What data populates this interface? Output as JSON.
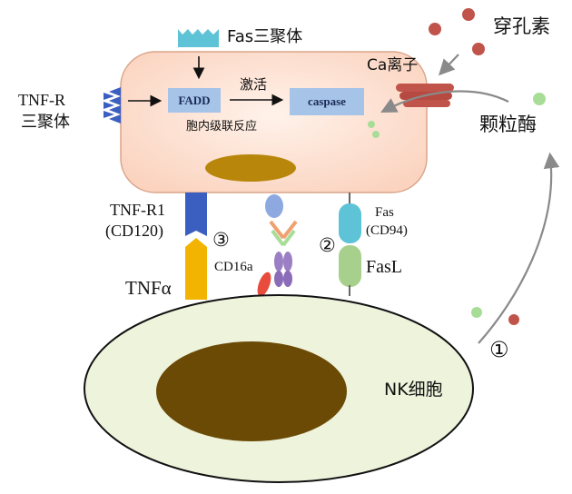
{
  "labels": {
    "fas_trimer": "Fas三聚体",
    "perforin": "穿孔素",
    "ca_ion": "Ca离子",
    "granzyme": "颗粒酶",
    "tnfr_line1": "TNF-R",
    "tnfr_line2": "三聚体",
    "fadd": "FADD",
    "activate": "激活",
    "caspase": "caspase",
    "cascade": "胞内级联反应",
    "tnfr1_line1": "TNF-R1",
    "tnfr1_line2": "(CD120)",
    "num3": "③",
    "num2": "②",
    "num1": "①",
    "fas_line1": "Fas",
    "fas_line2": "(CD94)",
    "cd16a": "CD16a",
    "fasl": "FasL",
    "tnfa": "TNFα",
    "nk_cell": "NK细胞"
  },
  "colors": {
    "target_cell_fill": "#fbd3bf",
    "target_cell_stroke": "#d9a58a",
    "target_nucleus": "#b8860b",
    "nk_cell_fill": "#eef3dc",
    "nk_cell_stroke": "#111111",
    "nk_nucleus": "#6b4a06",
    "box_fill": "#a6c3e8",
    "tnfr_blue": "#3b5fc0",
    "tnf_alpha_yellow": "#f2b400",
    "fas_teal": "#5ec3d6",
    "fasl_green": "#a8d08d",
    "perforin_red": "#c0544a",
    "granzyme_green": "#a8dd98",
    "cd16a_red": "#e74c3c",
    "antibody_purple": "#9b7fc4",
    "arrow_gray": "#8a8a8a"
  }
}
